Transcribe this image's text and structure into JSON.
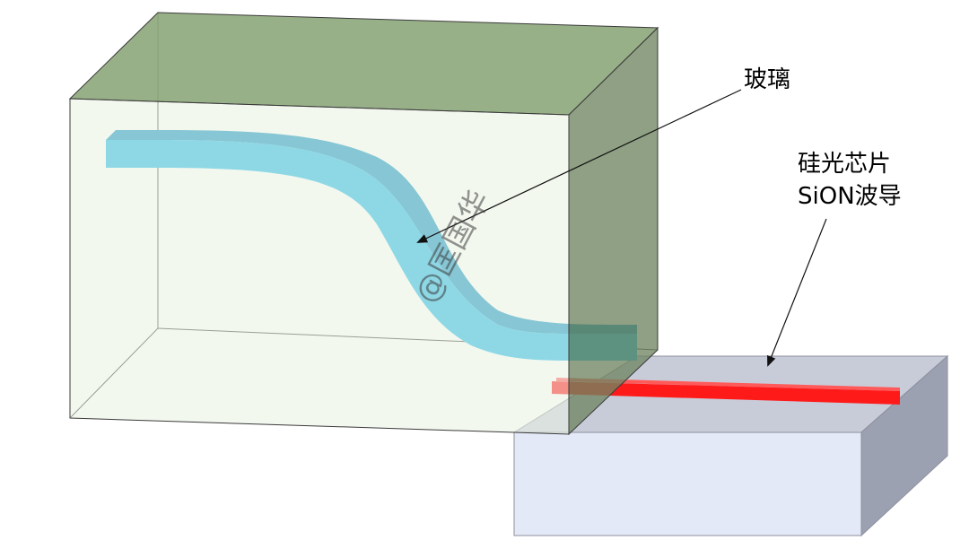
{
  "labels": {
    "glass": "玻璃",
    "chip_line1": "硅光芯片",
    "chip_line2": "SiON波导"
  },
  "watermark": "@匡国华",
  "colors": {
    "glass_front": "#f1f6ec",
    "glass_top": "#8fa97e",
    "glass_side": "#6f8562",
    "waveguide_top": "#1fb9ea",
    "waveguide_side": "#1190c4",
    "chip_front": "#e3e9f7",
    "chip_top": "#c8ccd9",
    "chip_side": "#9ca1b2",
    "chip_waveguide": "#ff1a1a",
    "line": "#333333"
  }
}
